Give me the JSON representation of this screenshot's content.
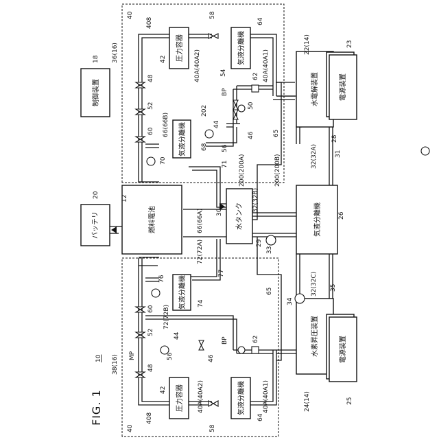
{
  "figure": {
    "title": "FIG. 1",
    "system_ref": "10"
  },
  "devices": {
    "control": "制御装置",
    "battery": "バッテリ",
    "fuel_cell": "燃料電池",
    "water_tank": "水タンク",
    "separator_main": "気液分離機",
    "electrolyzer": "水電解装置",
    "booster": "水素昇圧装置",
    "power_top": "電源装置",
    "power_bottom": "電源装置",
    "sep_top": "気液分離機",
    "sep_bottom": "気液分離機",
    "gl_sep_top": "気液分離機",
    "gl_sep_bottom": "気液分離機",
    "vessel_top": "圧力容器",
    "vessel_bottom": "圧力容器"
  },
  "refs": {
    "r18": "18",
    "r20": "20",
    "r12": "12",
    "r36": "36(16)",
    "r38": "38(16)",
    "r40a": "40",
    "r40b": "40",
    "r408a": "408",
    "r408b": "408",
    "r42a": "42",
    "r42b": "42",
    "r48a": "48",
    "r48b": "48",
    "r52a": "52",
    "r52b": "52",
    "r60a": "60",
    "r60b": "60",
    "r58a": "58",
    "r58b": "58",
    "r64a": "64",
    "r64b": "64",
    "r54": "54",
    "r50": "50",
    "r62a": "62",
    "r62b": "62",
    "r40A2a": "40A(40A2)",
    "r40A1a": "40A(40A1)",
    "r40A2b": "40A(40A2)",
    "r40A1b": "40A(40A1)",
    "r202": "202",
    "r44a": "44",
    "r44b": "44",
    "r46a": "46",
    "r46b": "46",
    "r56a": "56",
    "r56b": "56",
    "r66B": "66(66B)",
    "r66A": "66(66A)",
    "r68": "68",
    "r70": "70",
    "r71": "71",
    "r65a": "65",
    "r65b": "65",
    "r200A": "200(200A)",
    "r200B": "200(200B)",
    "r22": "22(14)",
    "r23": "23",
    "r24": "24(14)",
    "r25": "25",
    "r28": "28",
    "r31": "31",
    "r32A": "32(32A)",
    "r32B": "32(32B)",
    "r32C": "32(32C)",
    "r26": "26",
    "r30": "30",
    "r29": "29",
    "r33": "33",
    "r72A": "72(72A)",
    "r72B": "72(72B)",
    "r74": "74",
    "r76": "76",
    "r77": "77",
    "r34": "34",
    "r35": "35",
    "bp1": "BP",
    "bp2": "BP",
    "mp": "MP"
  }
}
